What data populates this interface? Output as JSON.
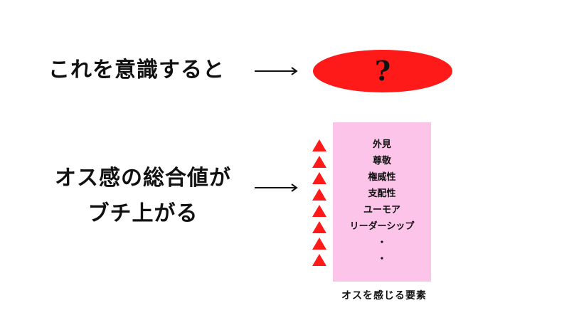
{
  "slide": {
    "top_text": "これを意識すると",
    "question_mark": "?",
    "bottom_text_line1": "オス感の総合値が",
    "bottom_text_line2": "ブチ上がる",
    "box_caption": "オスを感じる要素",
    "factors": [
      "外見",
      "尊敬",
      "権威性",
      "支配性",
      "ユーモア",
      "リーダーシップ",
      "・",
      "・"
    ],
    "accent_color": "#ff1a1a",
    "box_color": "#fbc4e8",
    "icons": {
      "arrow": "arrow-right-icon",
      "indicator": "triangle-up-icon"
    }
  }
}
